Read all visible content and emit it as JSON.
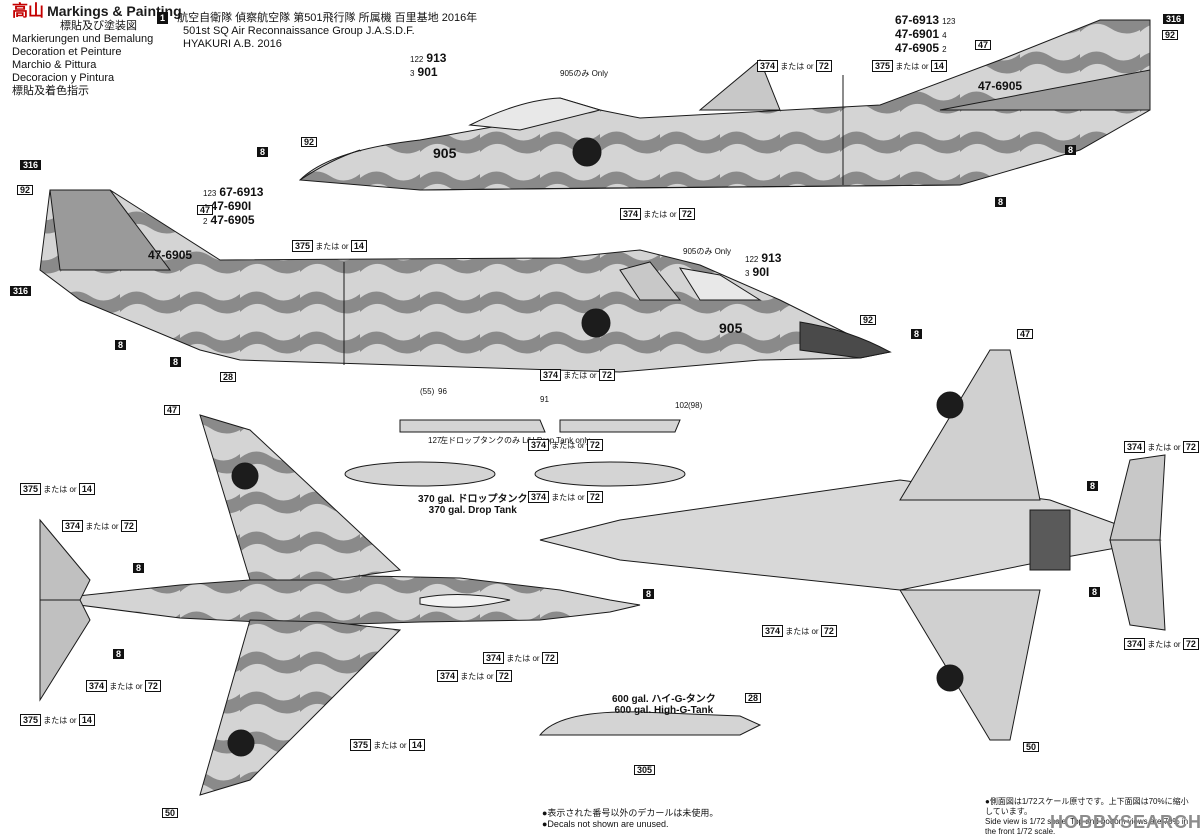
{
  "header": {
    "title_en": "Markings & Painting",
    "title_jp": "標貼及び塗装図",
    "lines": [
      "Markierungen und Bemalung",
      "Decoration et Peinture",
      "Marchio & Pittura",
      "Decoracion y Pintura",
      "標貼及着色指示"
    ],
    "scheme_number": "1",
    "unit_jp": "航空自衛隊  偵察航空隊  第501飛行隊  所属機  百里基地  2016年",
    "unit_en": "501st SQ Air Reconnaissance Group J.A.S.D.F.",
    "base_en": "HYAKURI A.B. 2016"
  },
  "serial_options": {
    "upper_right": [
      {
        "num": "123",
        "code": "67-6913"
      },
      {
        "num": "4",
        "code": "47-6901"
      },
      {
        "num": "2",
        "code": "47-6905"
      }
    ],
    "left_side": [
      {
        "num": "123",
        "code": "67-6913"
      },
      {
        "num": "4",
        "code": "47-690I"
      },
      {
        "num": "2",
        "code": "47-6905"
      }
    ],
    "nose_top": [
      {
        "num": "122",
        "code": "913"
      },
      {
        "num": "3",
        "code": "901"
      }
    ],
    "nose_mid": [
      {
        "num": "122",
        "code": "913"
      },
      {
        "num": "3",
        "code": "90I"
      }
    ]
  },
  "aircraft_text": {
    "tail_code": "47-6905",
    "nose_code": "905",
    "only_label": "905のみ Only",
    "lh_tank_note": "左ドロップタンクのみ L/H Drop Tank only"
  },
  "tanks": {
    "drop_tank_jp": "370 gal. ドロップタンク",
    "drop_tank_en": "370 gal. Drop Tank",
    "high_g_jp": "600 gal. ハイ-G-タンク",
    "high_g_en": "600 gal. High-G-Tank",
    "high_g_decal": "305",
    "tank_nums": [
      "(55)",
      "96",
      "91",
      "102",
      "(98)",
      "127"
    ]
  },
  "callout_labels": {
    "or_label": "または or",
    "c374": "374",
    "c72": "72",
    "c375": "375",
    "c14": "14",
    "c8": "8",
    "c316": "316",
    "c92": "92",
    "c47": "47",
    "c50": "50",
    "c28": "28"
  },
  "footer": {
    "note_jp": "●表示された番号以外のデカールは未使用。",
    "note_en": "●Decals not shown are unused.",
    "scale_jp": "●側面図は1/72スケール原寸です。上下面図は70%に縮小しています。",
    "scale_en": "Side view is 1/72 scale. Top and bottom views are 70% in the front 1/72 scale."
  },
  "watermarks": {
    "left": "高山",
    "right": "HOBBYSEARCH"
  },
  "colors": {
    "camo_dark": "#6e6e6e",
    "camo_light": "#b4b4b4",
    "camo_pale": "#d6d6d6",
    "line": "#1a1a1a",
    "roundel": "#1c1c1c",
    "wm_red": "#c40000"
  }
}
